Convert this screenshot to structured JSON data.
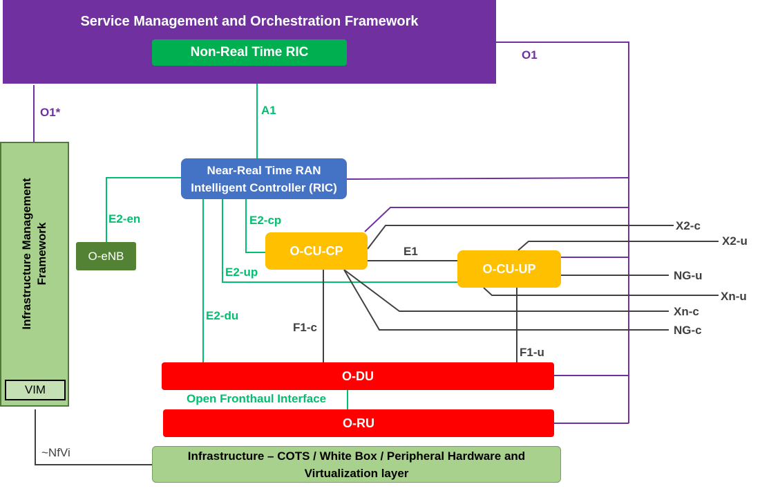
{
  "colors": {
    "smo": "#7030a0",
    "nonrt": "#00b050",
    "ric": "#4472c4",
    "ocu": "#ffc000",
    "odu": "#ff0000",
    "oenb": "#548235",
    "infra": "#a9d18e",
    "o1_line": "#7030a0",
    "e2_line": "#00c070",
    "grey_line": "#404040"
  },
  "smo": {
    "title": "Service Management and Orchestration Framework"
  },
  "nonrt_ric": {
    "label": "Non-Real Time RIC"
  },
  "near_rt_ric": {
    "line1": "Near-Real Time RAN",
    "line2": "Intelligent Controller (RIC)"
  },
  "imf": {
    "title": "Infrastructure Management Framework",
    "vim": "VIM"
  },
  "oenb": {
    "label": "O-eNB"
  },
  "ocu_cp": {
    "label": "O-CU-CP"
  },
  "ocu_up": {
    "label": "O-CU-UP"
  },
  "odu": {
    "label": "O-DU"
  },
  "oru": {
    "label": "O-RU"
  },
  "infra": {
    "line1": "Infrastructure – COTS / White Box / Peripheral Hardware and",
    "line2": "Virtualization layer"
  },
  "interfaces": {
    "o1": "O1",
    "o1star": "O1*",
    "a1": "A1",
    "e2en": "E2-en",
    "e2cp": "E2-cp",
    "e2up": "E2-up",
    "e2du": "E2-du",
    "e1": "E1",
    "f1c": "F1-c",
    "f1u": "F1-u",
    "ofh": "Open Fronthaul Interface",
    "nfvi": "~NfVi",
    "x2c": "X2-c",
    "x2u": "X2-u",
    "ngu": "NG-u",
    "xnu": "Xn-u",
    "xnc": "Xn-c",
    "ngc": "NG-c"
  }
}
